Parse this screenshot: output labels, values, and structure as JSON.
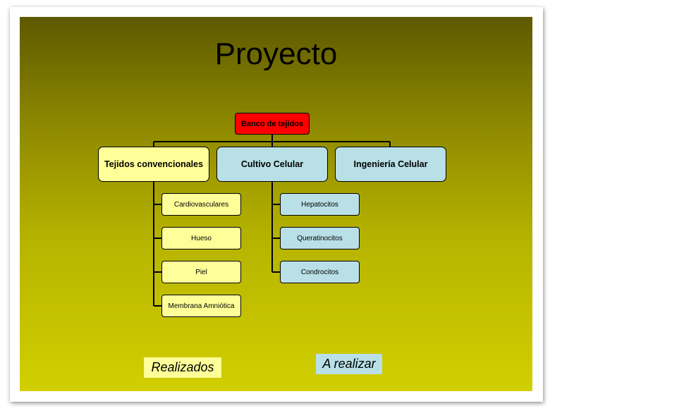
{
  "title": "Proyecto",
  "root": {
    "label": "Banco de tejidos",
    "color": "#ff0000"
  },
  "branches": [
    {
      "label": "Tejidos convencionales",
      "color": "#ffff99",
      "children": [
        "Cardiovasculares",
        "Hueso",
        "Piel",
        "Membrana Amniótica"
      ]
    },
    {
      "label": "Cultivo Celular",
      "color": "#b8e0e6",
      "children": [
        "Hepatocitos",
        "Queratinocitos",
        "Condrocitos"
      ]
    },
    {
      "label": "Ingeniería Celular",
      "color": "#b8e0e6",
      "children": []
    }
  ],
  "legend": {
    "done": {
      "label": "Realizados",
      "color": "#ffff99"
    },
    "todo": {
      "label": "A realizar",
      "color": "#b8e0e6"
    }
  }
}
